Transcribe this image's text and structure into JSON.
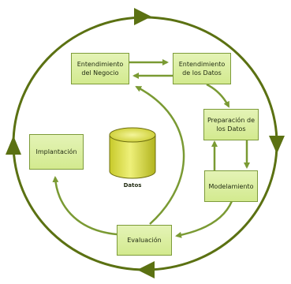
{
  "diagram": {
    "nodes": {
      "business_understanding": {
        "line1": "Entendimiento",
        "line2": "del Negocio"
      },
      "data_understanding": {
        "line1": "Entendimiento",
        "line2": "de los Datos"
      },
      "data_preparation": {
        "line1": "Preparación de",
        "line2": "los Datos"
      },
      "modeling": {
        "label": "Modelamiento"
      },
      "evaluation": {
        "label": "Evaluación"
      },
      "deployment": {
        "label": "Implantación"
      }
    },
    "database": {
      "label": "Datos"
    },
    "colors": {
      "cycle_ring": "#5b7112",
      "box_fill": "#d8ed9a",
      "box_border": "#7d9b3a",
      "arrow": "#7a9a33",
      "cylinder": "#d6d83a"
    }
  }
}
